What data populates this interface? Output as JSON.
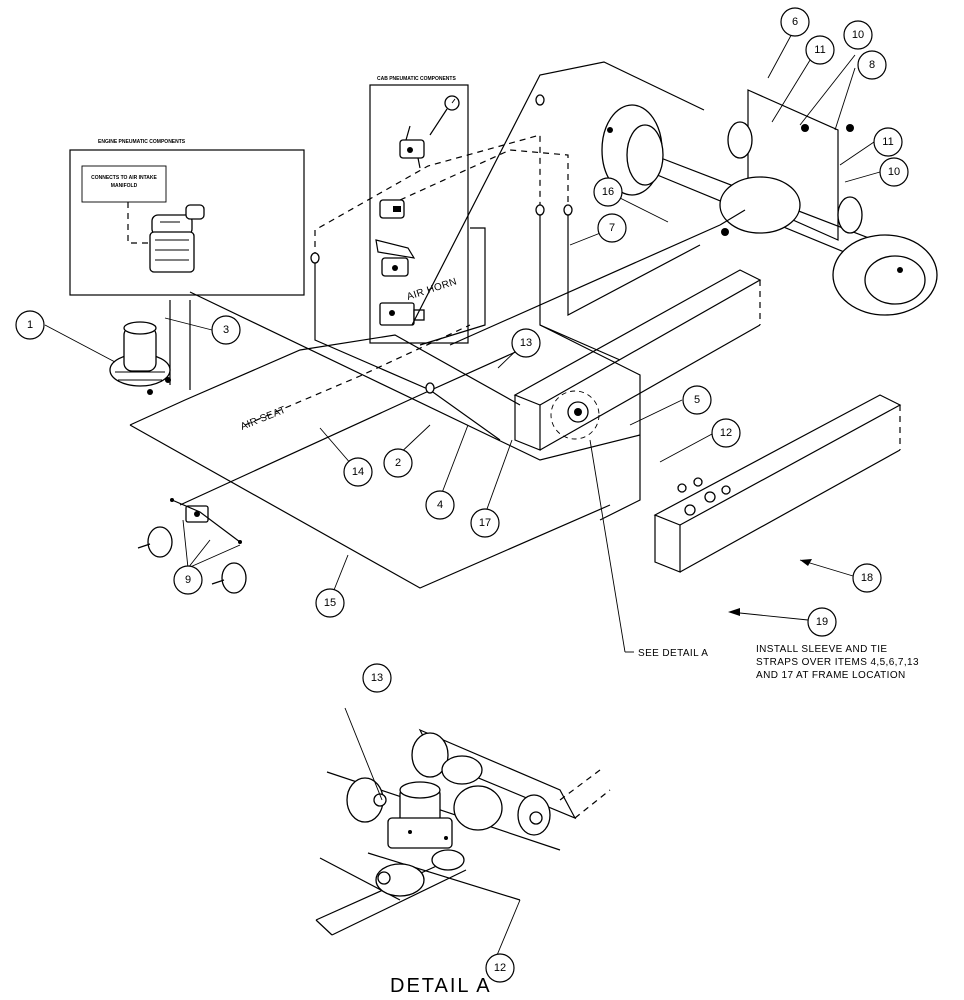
{
  "boxes": {
    "engine_title": "ENGINE PNEUMATIC COMPONENTS",
    "intake_note": "CONNECTS TO AIR INTAKE MANIFOLD",
    "cab_title": "CAB PNEUMATIC COMPONENTS"
  },
  "labels": {
    "air_horn": "AIR HORN",
    "air_seat": "AIR SEAT",
    "see_detail": "SEE DETAIL A",
    "install_note": [
      "INSTALL SLEEVE AND TIE",
      "STRAPS OVER ITEMS 4,5,6,7,13",
      "AND 17 AT FRAME LOCATION"
    ],
    "detail_title": "DETAIL A"
  },
  "callouts": [
    "1",
    "2",
    "3",
    "4",
    "5",
    "6",
    "7",
    "8",
    "9",
    "10",
    "11",
    "12",
    "13",
    "14",
    "15",
    "16",
    "17",
    "18",
    "19"
  ]
}
